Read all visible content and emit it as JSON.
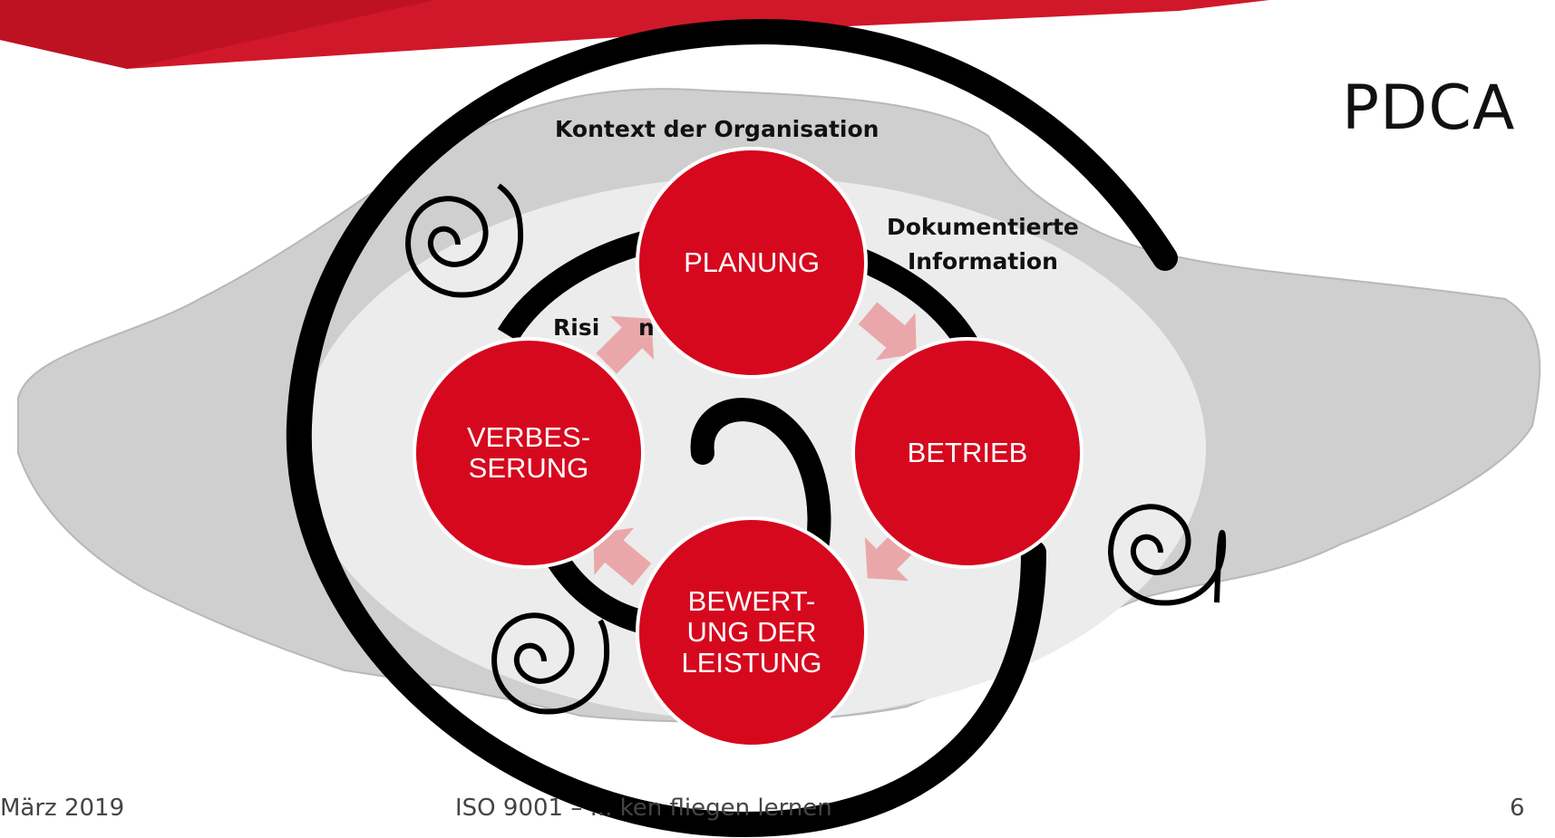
{
  "title": "PDCA",
  "labels": {
    "kontext": "Kontext der Organisation",
    "dokumentierte": "Dokumentierte\nInformation",
    "risiken": "Risi",
    "risiken_rest": "n"
  },
  "cycle": {
    "planung": "PLANUNG",
    "betrieb": "BETRIEB",
    "bewertung": "BEWERT-\nUNG DER\nLEISTUNG",
    "verbesserung": "VERBES-\nSERUNG"
  },
  "footer": {
    "date": "März 2019",
    "center": "ISO 9001 – ... ken fliegen lernen",
    "page": "6"
  },
  "colors": {
    "accent_red": "#d6081e",
    "arrow_pink": "#eaa7a9",
    "spiral_black": "#000000",
    "cloud_grey": "#cfcfcf",
    "ellipse_light": "#ececec"
  }
}
